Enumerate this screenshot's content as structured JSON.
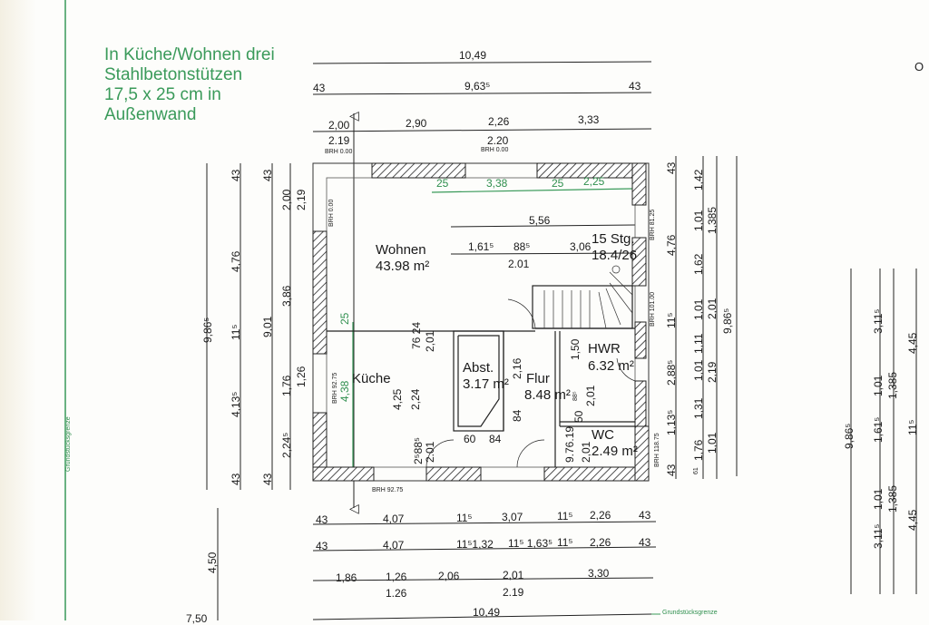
{
  "note": [
    "In Küche/Wohnen drei",
    "Stahlbetonstützen",
    "17,5 x 25 cm in",
    "Außenwand"
  ],
  "boundary_label": "Grundstücksgrenze",
  "rooms": {
    "wohnen": {
      "name": "Wohnen",
      "area": "43.98 m²"
    },
    "kueche": {
      "name": "Küche"
    },
    "abst": {
      "name": "Abst.",
      "area": "3.17 m²"
    },
    "flur": {
      "name": "Flur",
      "area": "8.48 m²"
    },
    "hwr": {
      "name": "HWR",
      "area": "6.32 m²"
    },
    "wc": {
      "name": "WC",
      "area": "2.49 m²"
    },
    "stairs": {
      "name": "15 Stg.",
      "ratio": "18.4/26"
    }
  },
  "top_dims": [
    "10,49",
    "43",
    "9,63⁵",
    "43",
    "2,00",
    "2,90",
    "2,26",
    "3,33",
    "2.19",
    "2.20",
    "BRH 0.00",
    "BRH 0.00"
  ],
  "green_dims": [
    "25",
    "3,38",
    "25",
    "2,25",
    "25",
    "4,38"
  ],
  "inner_dims": [
    "5,56",
    "1,61⁵",
    "88⁵",
    "3,06",
    "2.01",
    "4,25",
    "2,24",
    "76 24",
    "2,01",
    "2⁵88⁵",
    "2.01",
    "2,16",
    "84",
    "60",
    "84",
    "1,50",
    "88⁵",
    "2,01",
    "50",
    "9.76.19",
    "2,01"
  ],
  "brh": [
    "BRH 0.00",
    "BRH 92.75",
    "BRH 81.25",
    "BRH 101.00",
    "BRH 118.75",
    "BRH 92.75"
  ],
  "left_dims": [
    "9,86⁵",
    "43",
    "4,76",
    "11⁵",
    "4,13⁵",
    "43",
    "43",
    "2,00",
    "2,19",
    "9,01",
    "3,86",
    "1,76",
    "1,26",
    "2,24⁵",
    "43",
    "4,50",
    "7,50"
  ],
  "right_dims": [
    "43",
    "4,76",
    "11⁵",
    "2,88⁵",
    "1,13⁵",
    "43",
    "1,42",
    "1,01",
    "1,62",
    "1,01",
    "1,11",
    "1,01",
    "1,31",
    "1,76",
    "61",
    "1,385",
    "2,01",
    "2,19",
    "1,01",
    "9,86⁵"
  ],
  "far_right_dims": [
    "9,86⁵",
    "3,11⁵",
    "1,01",
    "1,61⁵",
    "1,01",
    "3,11⁵",
    "1,385",
    "1,385",
    "4,45",
    "11⁵",
    "4,45"
  ],
  "bottom_dims": {
    "row1": [
      "43",
      "4,07",
      "11⁵",
      "3,07",
      "11⁵",
      "2,26",
      "43"
    ],
    "row2": [
      "43",
      "4,07",
      "11⁵1,32",
      "11⁵ 1,63⁵",
      "11⁵",
      "2,26",
      "43"
    ],
    "row3": [
      "1,86",
      "1,26",
      "2,06",
      "2,01",
      "3,30"
    ],
    "row3b": [
      "1.26",
      "2.19"
    ],
    "total": "10,49"
  },
  "colors": {
    "annotation_green": "#3a9a5a",
    "ink": "#1a1a1a"
  }
}
